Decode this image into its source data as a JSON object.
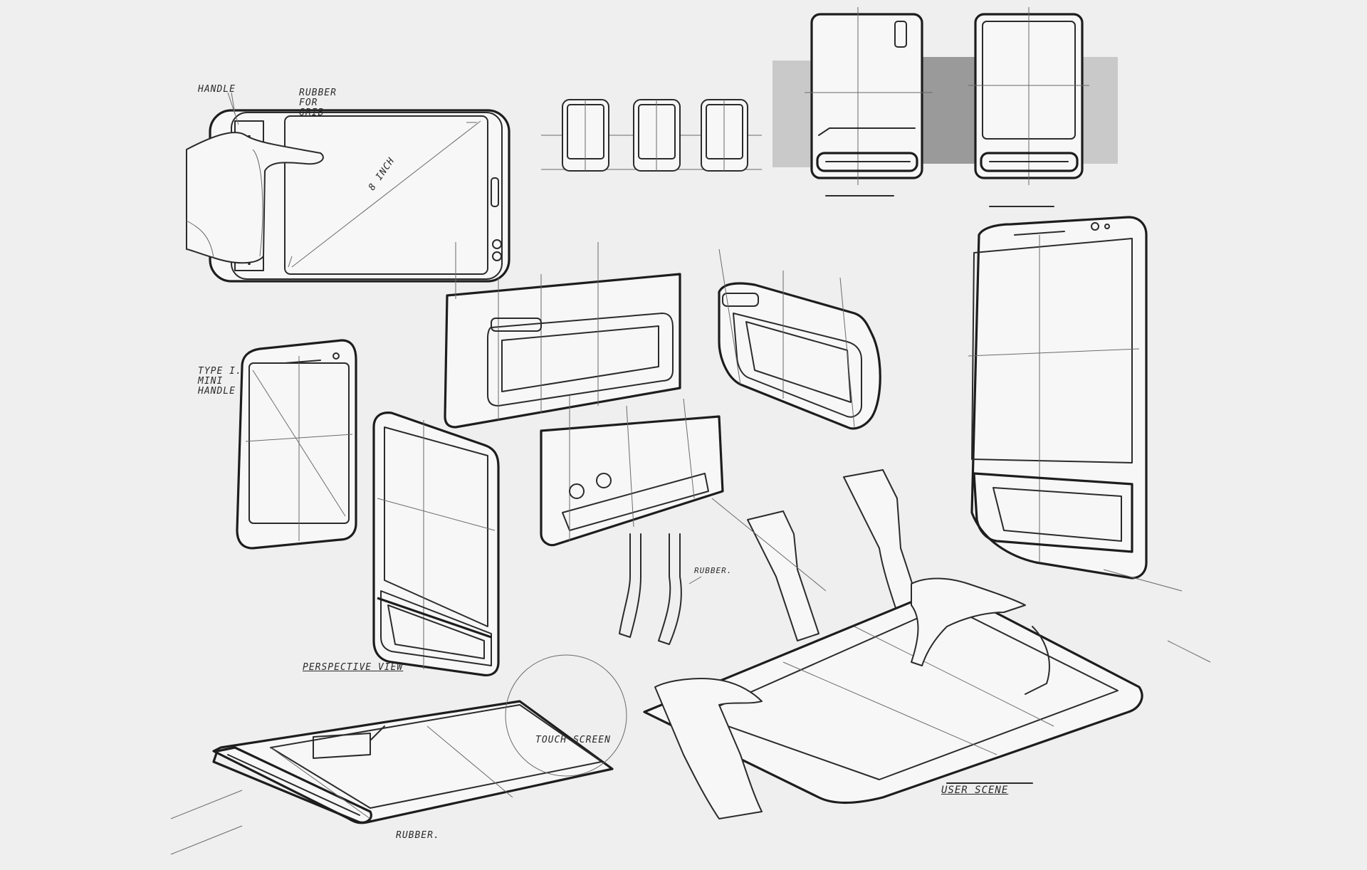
{
  "labels": {
    "handle": "HANDLE",
    "rubber_for_grip": "RUBBER FOR GRIB",
    "screen_size": "8 INCH",
    "type_mini_handle": "TYPE I. MINI HANDLE",
    "perspective_view": "PERSPECTIVE VIEW",
    "rubber_side": "RUBBER.",
    "rubber_bottom": "RUBBER.",
    "touch_screen": "TOUCH SCREEN",
    "user_scene": "USER SCENE"
  }
}
